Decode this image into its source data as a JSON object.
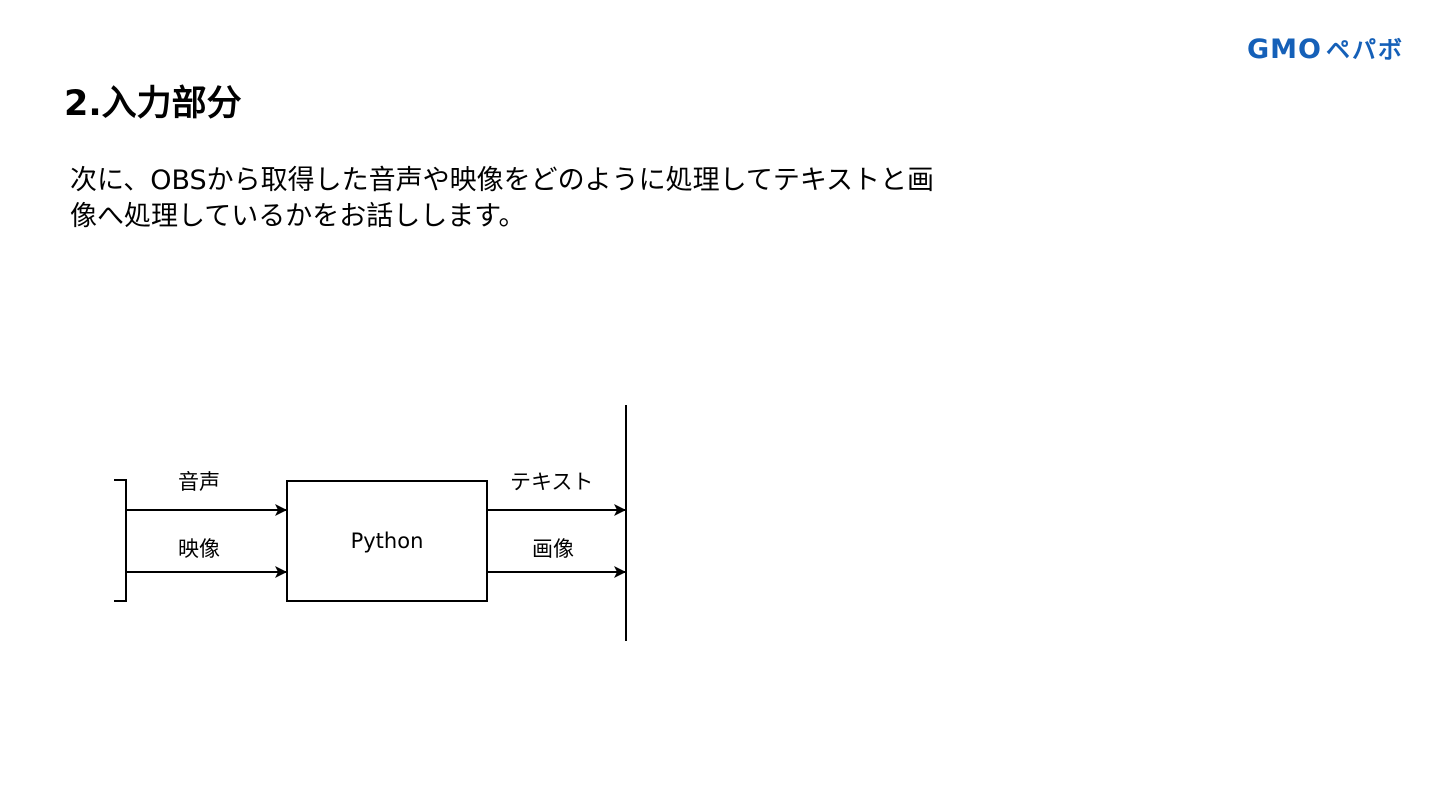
{
  "logo": {
    "brand": "GMO",
    "kana": "ペパボ",
    "color": "#1560b8"
  },
  "slide": {
    "title": "2.入力部分",
    "body_lines": [
      "次に、OBSから取得した音声や映像をどのように処理してテキストと画",
      "像へ処理しているかをお話しします。"
    ]
  },
  "diagram": {
    "inputs": [
      "音声",
      "映像"
    ],
    "process": "Python",
    "outputs": [
      "テキスト",
      "画像"
    ]
  }
}
